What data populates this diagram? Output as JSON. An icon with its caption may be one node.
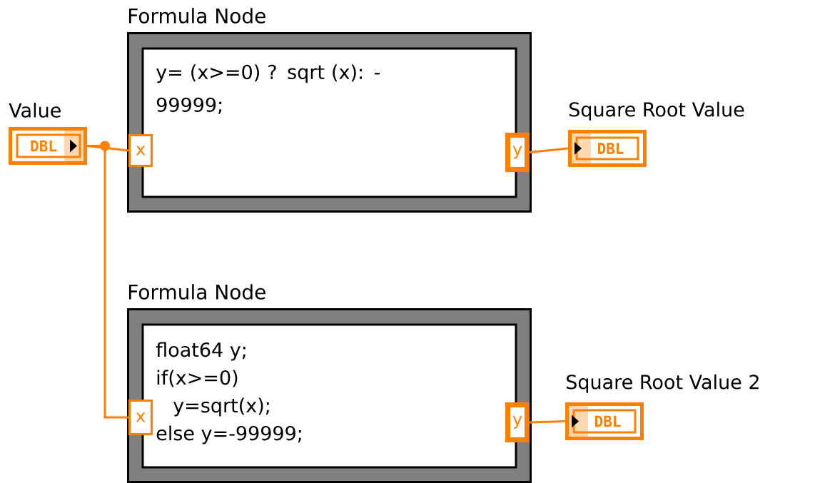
{
  "diagram": {
    "nodes": [
      {
        "text": [
          "Formula Node",
          "y= (x>=0) ? sqrt (x): -99999;"
        ]
      },
      {
        "text": [
          "x"
        ],
        "in": 0
      },
      {
        "text": [
          "y"
        ],
        "in": 0
      },
      {
        "text": [
          "Formula Node",
          "float64 y;",
          "if(x>=0)",
          "y=sqrt(x);",
          "else y=-99999;"
        ]
      },
      {
        "text": [
          "x"
        ],
        "in": 3
      },
      {
        "text": [
          "y"
        ],
        "in": 3
      },
      {
        "text": [
          "Value",
          "DBL"
        ]
      },
      {
        "text": [
          "Square Root Value",
          "DBL"
        ]
      },
      {
        "text": [
          "Square Root Value 2",
          "DBL"
        ]
      }
    ],
    "edges": [
      {
        "from": 6,
        "to": 1,
        "arrow": "none"
      },
      {
        "from": 6,
        "to": 4,
        "arrow": "none"
      },
      {
        "from": 2,
        "to": 7,
        "arrow": "none"
      },
      {
        "from": 5,
        "to": 8,
        "arrow": "none"
      }
    ]
  }
}
